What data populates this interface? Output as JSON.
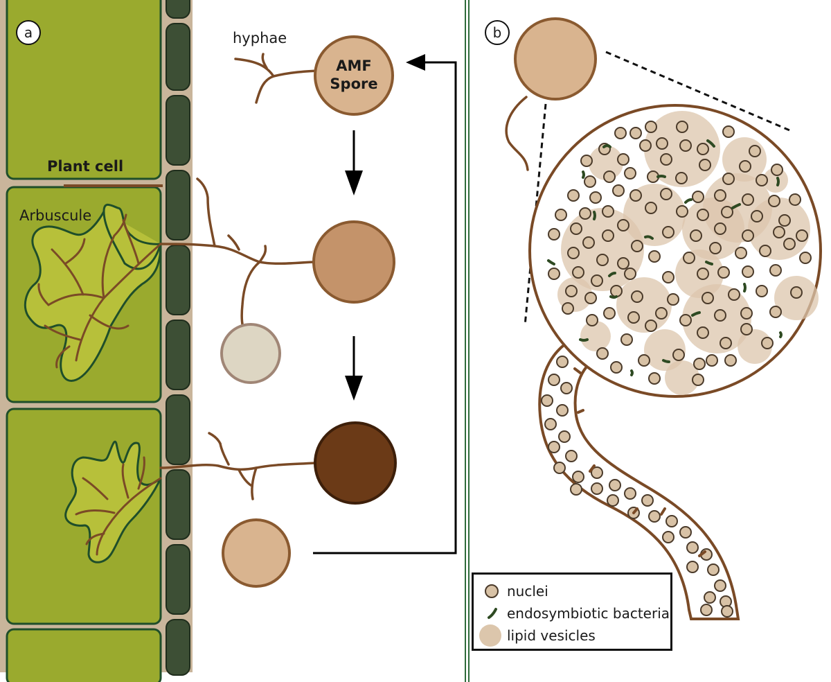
{
  "panel_a": {
    "panel_label": "a",
    "labels": {
      "hyphae": "hyphae",
      "spore_line1": "AMF",
      "spore_line2": "Spore",
      "plant_cell": "Plant cell",
      "arbuscule": "Arbuscule"
    }
  },
  "panel_b": {
    "panel_label": "b",
    "legend": [
      {
        "icon": "nucleus-icon",
        "label": "nuclei"
      },
      {
        "icon": "bacterium-icon",
        "label": "endosymbiotic bacteria"
      },
      {
        "icon": "lipid-vesicle-icon",
        "label": "lipid vesicles"
      }
    ]
  },
  "colors": {
    "plant_cell_fill": "#9aaa2e",
    "cell_border": "#1f4e2a",
    "cell_wall_dark": "#3d4f35",
    "arbuscule_fill": "#b7c03a",
    "hyphae_brown": "#7a4a26",
    "spore_light": "#d9b48f",
    "spore_mid": "#c4936a",
    "spore_dark": "#6b3a17",
    "spore_pale": "#ddd6c3",
    "nucleus_fill": "#d8c2a6",
    "lipid_vesicle": "#dcc6ac",
    "bacterium_green": "#2e4a22",
    "divider_green": "#2e6b3a"
  }
}
